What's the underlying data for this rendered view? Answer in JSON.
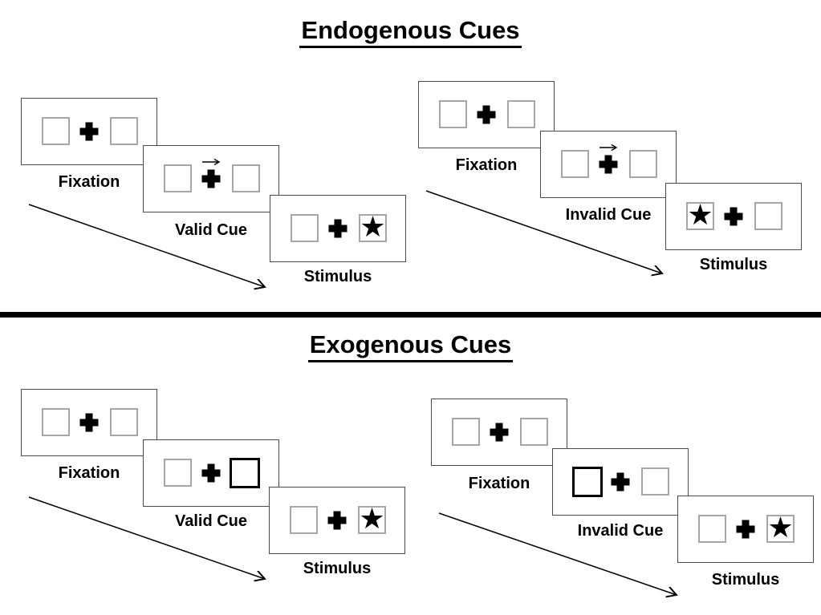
{
  "titles": {
    "endogenous": "Endogenous Cues",
    "exogenous": "Exogenous Cues"
  },
  "glyphs": {
    "star": "★"
  },
  "colors": {
    "ink": "#000000",
    "panel_border": "#4a4a4a",
    "square_border": "#a6a6a6",
    "background": "#ffffff"
  },
  "sequences": [
    {
      "section": "endogenous",
      "validity": "valid",
      "cue_description": "central rightward arrow above fixation cross",
      "stimulus_side": "right",
      "labels": {
        "fixation": "Fixation",
        "cue": "Valid Cue",
        "stimulus": "Stimulus"
      }
    },
    {
      "section": "endogenous",
      "validity": "invalid",
      "cue_description": "central rightward arrow above fixation cross",
      "stimulus_side": "left",
      "labels": {
        "fixation": "Fixation",
        "cue": "Invalid Cue",
        "stimulus": "Stimulus"
      }
    },
    {
      "section": "exogenous",
      "validity": "valid",
      "cue_description": "right peripheral box highlighted with thick border",
      "stimulus_side": "right",
      "labels": {
        "fixation": "Fixation",
        "cue": "Valid Cue",
        "stimulus": "Stimulus"
      }
    },
    {
      "section": "exogenous",
      "validity": "invalid",
      "cue_description": "left peripheral box highlighted with thick border",
      "stimulus_side": "right",
      "labels": {
        "fixation": "Fixation",
        "cue": "Invalid Cue",
        "stimulus": "Stimulus"
      }
    }
  ]
}
